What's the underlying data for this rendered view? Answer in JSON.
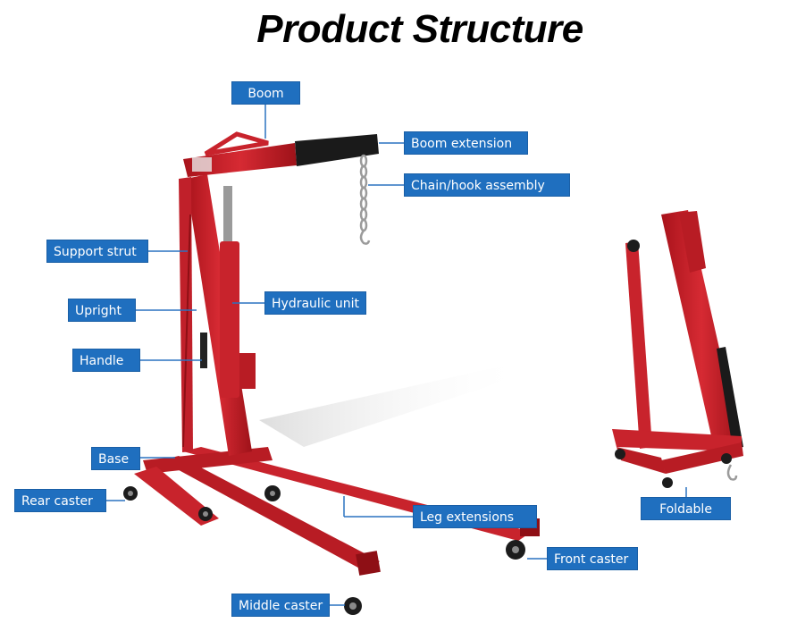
{
  "title": "Product Structure",
  "labels": {
    "boom": "Boom",
    "boom_extension": "Boom extension",
    "chain_hook": "Chain/hook assembly",
    "support_strut": "Support strut",
    "upright": "Upright",
    "hydraulic_unit": "Hydraulic unit",
    "handle": "Handle",
    "base": "Base",
    "rear_caster": "Rear caster",
    "leg_extensions": "Leg extensions",
    "front_caster": "Front caster",
    "middle_caster": "Middle caster",
    "foldable": "Foldable"
  },
  "colors": {
    "frame": "#c8232c",
    "label_bg": "#1f6fbf",
    "leader": "#2a72c0",
    "boom_ext": "#1a1a1a"
  }
}
